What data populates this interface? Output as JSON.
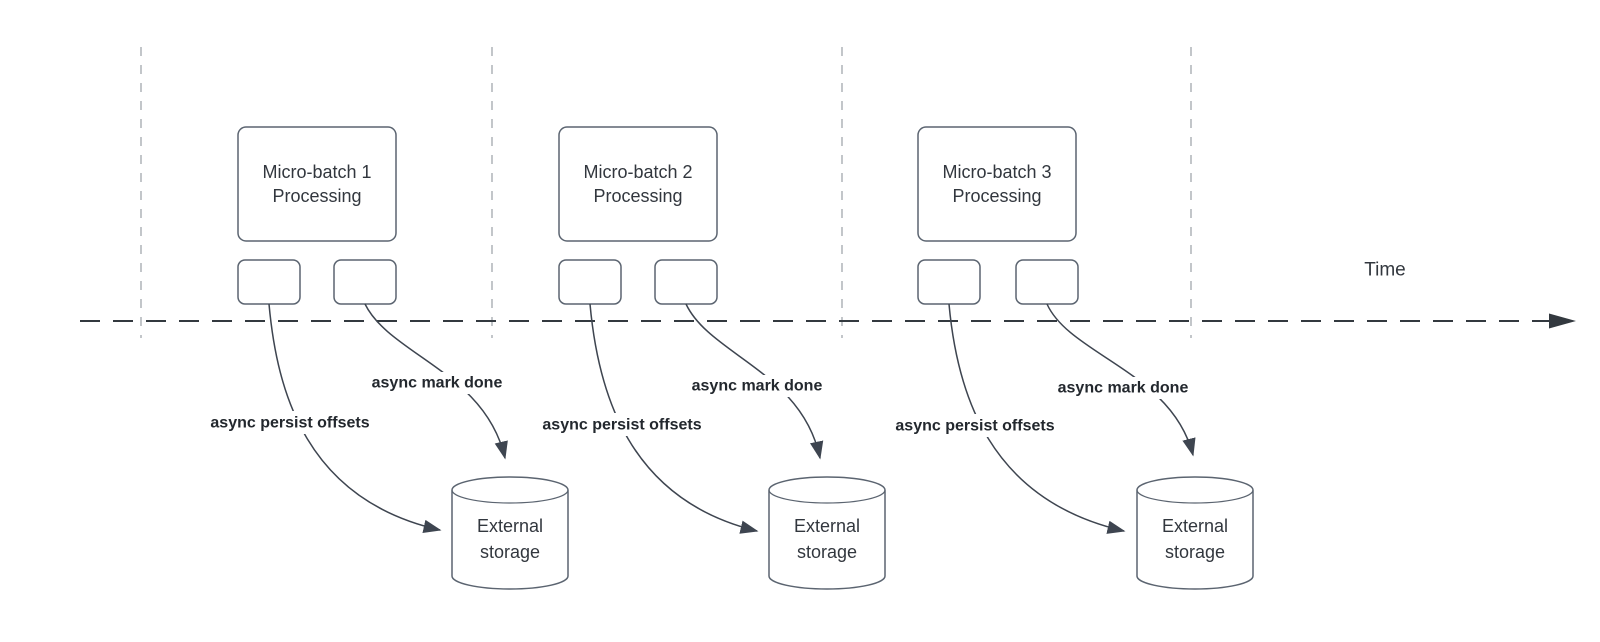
{
  "colors": {
    "background": "#ffffff",
    "shape_stroke": "#5b6470",
    "connector": "#3e4550",
    "timeline": "#33393f",
    "guide": "#b4b8bc",
    "title_text": "#32373e",
    "label_text": "#23282e"
  },
  "timeline": {
    "label": "Time"
  },
  "batches": [
    {
      "title": [
        "Micro-batch 1",
        "Processing"
      ],
      "persist_label": "async persist offsets",
      "done_label": "async mark done",
      "storage": [
        "External",
        "storage"
      ]
    },
    {
      "title": [
        "Micro-batch 2",
        "Processing"
      ],
      "persist_label": "async persist offsets",
      "done_label": "async mark done",
      "storage": [
        "External",
        "storage"
      ]
    },
    {
      "title": [
        "Micro-batch 3",
        "Processing"
      ],
      "persist_label": "async persist offsets",
      "done_label": "async mark done",
      "storage": [
        "External",
        "storage"
      ]
    }
  ]
}
